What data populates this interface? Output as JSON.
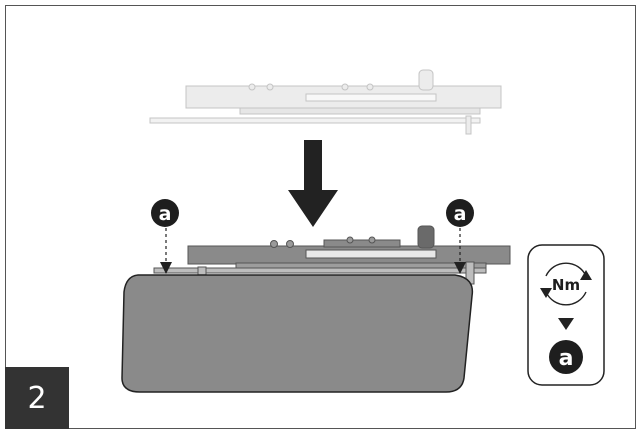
{
  "step": {
    "number": "2"
  },
  "callouts": {
    "left": "a",
    "right": "a",
    "panel": "a"
  },
  "panel": {
    "torque_label": "Nm"
  },
  "colors": {
    "frame": "#555555",
    "dark": "#333333",
    "gray": "#8a8a8a",
    "faint": "#d7d7d7"
  }
}
